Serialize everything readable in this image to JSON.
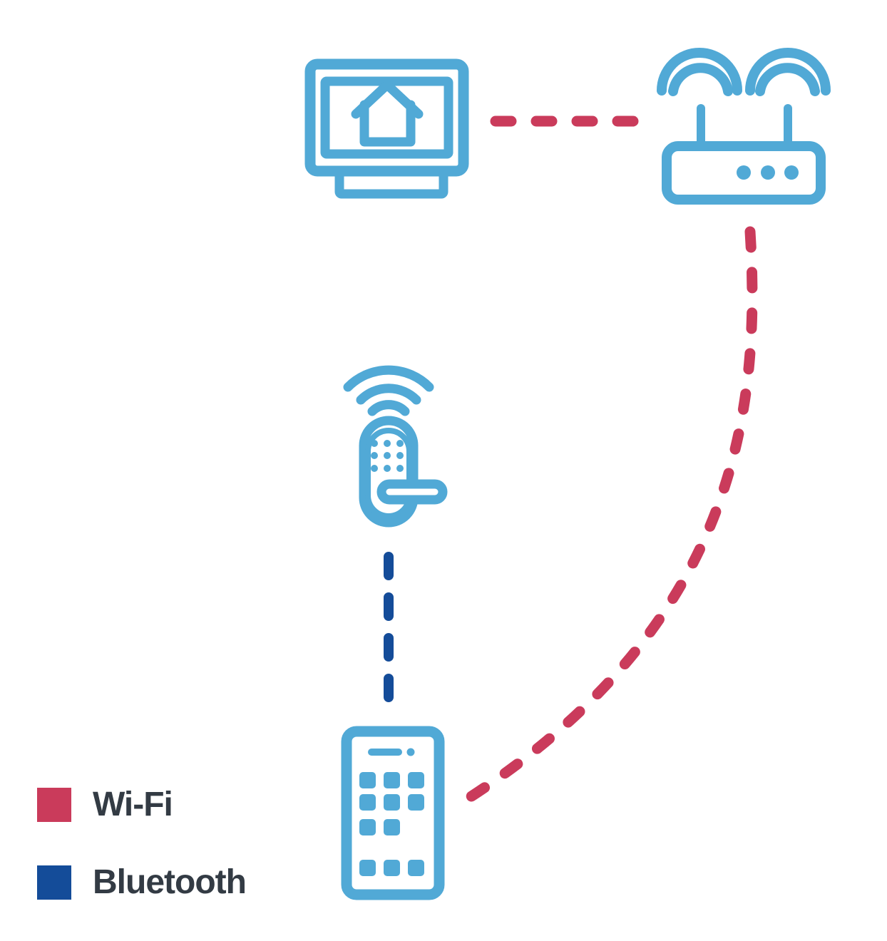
{
  "colors": {
    "device": "#51a9d6",
    "wifi": "#ca3b5b",
    "bluetooth": "#144c99",
    "label": "#333b44",
    "background": "#ffffff"
  },
  "legend": {
    "items": [
      {
        "id": "wifi",
        "label": "Wi-Fi",
        "color": "#ca3b5b"
      },
      {
        "id": "bluetooth",
        "label": "Bluetooth",
        "color": "#144c99"
      }
    ]
  },
  "diagram": {
    "devices": [
      {
        "id": "smart-display",
        "icon": "tv-with-home-icon"
      },
      {
        "id": "router",
        "icon": "wifi-router-icon"
      },
      {
        "id": "smart-lock",
        "icon": "door-lock-with-signal-icon"
      },
      {
        "id": "smartphone",
        "icon": "smartphone-icon"
      }
    ],
    "connections": [
      {
        "from": "smart-display",
        "to": "router",
        "type": "Wi-Fi",
        "style": "dashed"
      },
      {
        "from": "router",
        "to": "smartphone",
        "type": "Wi-Fi",
        "style": "dashed-curve"
      },
      {
        "from": "smart-lock",
        "to": "smartphone",
        "type": "Bluetooth",
        "style": "dashed"
      }
    ]
  }
}
